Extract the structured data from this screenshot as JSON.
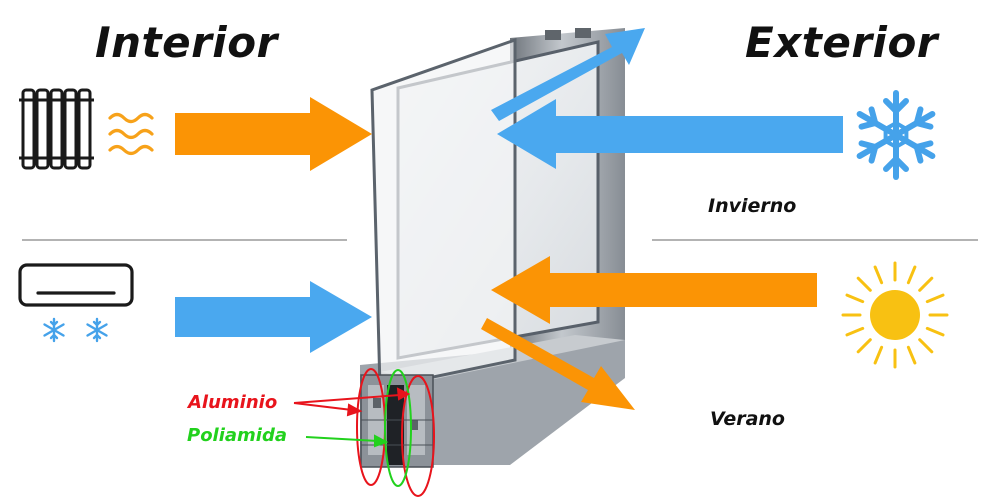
{
  "labels": {
    "interior": "Interior",
    "exterior": "Exterior",
    "winter": "Invierno",
    "summer": "Verano",
    "aluminum": "Aluminio",
    "polyamide": "Poliamida"
  },
  "colors": {
    "heat_arrow": "#fb9405",
    "cold_arrow": "#4aa8ef",
    "aluminum_callout": "#e8141c",
    "polyamide_callout": "#22d11d",
    "sun": "#f8c112",
    "frame": "#9da3aa",
    "glass": "#e9ecef",
    "divider": "#9a9a9a"
  },
  "icons": {
    "radiator": "radiator-icon",
    "heat_waves": "heat-waves-icon",
    "air_conditioner": "air-conditioner-icon",
    "small_snowflakes": "snowflake-icon",
    "winter_outside": "snowflake-icon",
    "summer_outside": "sun-icon"
  }
}
